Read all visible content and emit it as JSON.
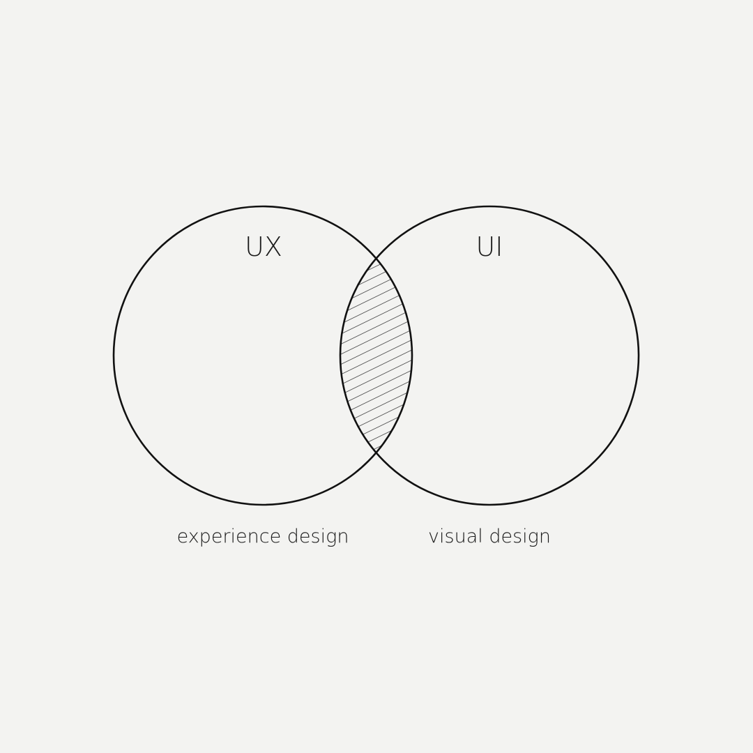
{
  "diagram": {
    "type": "venn",
    "sets": [
      {
        "title": "UX",
        "subtitle": "experience design"
      },
      {
        "title": "UI",
        "subtitle": "visual design"
      }
    ],
    "intersection_style": "hatched",
    "colors": {
      "background": "#f3f3f1",
      "stroke": "#111111",
      "hatch": "#555555"
    }
  }
}
